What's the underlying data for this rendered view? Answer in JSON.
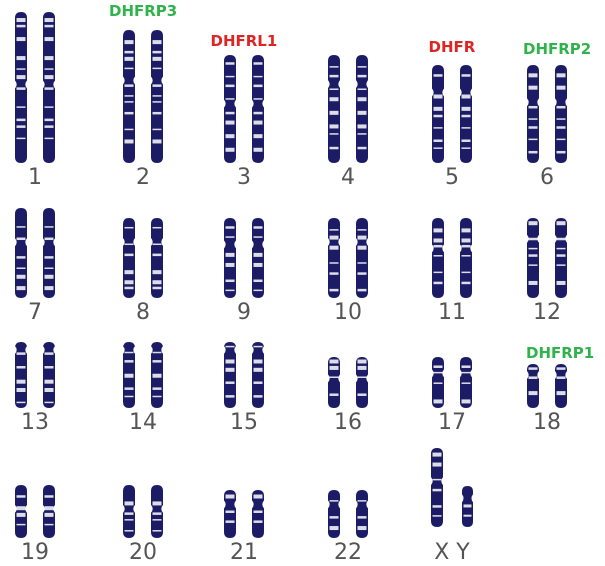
{
  "chromosomes": [
    {
      "id": "1",
      "label": "1"
    },
    {
      "id": "2",
      "label": "2"
    },
    {
      "id": "3",
      "label": "3"
    },
    {
      "id": "4",
      "label": "4"
    },
    {
      "id": "5",
      "label": "5"
    },
    {
      "id": "6",
      "label": "6"
    },
    {
      "id": "7",
      "label": "7"
    },
    {
      "id": "8",
      "label": "8"
    },
    {
      "id": "9",
      "label": "9"
    },
    {
      "id": "10",
      "label": "10"
    },
    {
      "id": "11",
      "label": "11"
    },
    {
      "id": "12",
      "label": "12"
    },
    {
      "id": "13",
      "label": "13"
    },
    {
      "id": "14",
      "label": "14"
    },
    {
      "id": "15",
      "label": "15"
    },
    {
      "id": "16",
      "label": "16"
    },
    {
      "id": "17",
      "label": "17"
    },
    {
      "id": "18",
      "label": "18"
    },
    {
      "id": "19",
      "label": "19"
    },
    {
      "id": "20",
      "label": "20"
    },
    {
      "id": "21",
      "label": "21"
    },
    {
      "id": "22",
      "label": "22"
    },
    {
      "id": "XY",
      "label": "X Y"
    }
  ],
  "annotations": [
    {
      "chromosome": "2",
      "text": "DHFRP3",
      "color": "#2fb34a"
    },
    {
      "chromosome": "3",
      "text": "DHFRL1",
      "color": "#e02424"
    },
    {
      "chromosome": "5",
      "text": "DHFR",
      "color": "#e02424"
    },
    {
      "chromosome": "6",
      "text": "DHFRP2",
      "color": "#2fb34a"
    },
    {
      "chromosome": "18",
      "text": "DHFRP1",
      "color": "#2fb34a"
    }
  ],
  "colors": {
    "chromosome": "#1c1c66",
    "band": "#ffffff",
    "label": "#555555"
  }
}
